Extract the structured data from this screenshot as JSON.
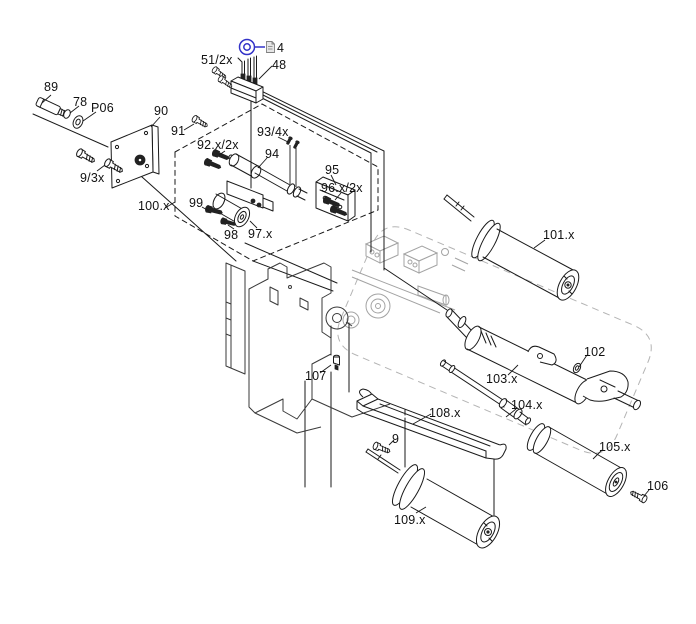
{
  "diagram": {
    "kind": "exploded-parts-diagram",
    "colors": {
      "background": "#ffffff",
      "line": "#1a1a1a",
      "chassis_gray": "#3a3a3a",
      "context_gray": "#a3a3a3",
      "marker_blue": "#3232c8"
    },
    "icons": {
      "callout_marker": "circle-marker-icon",
      "attachment": "document-page-icon"
    }
  },
  "labels": {
    "l89": "89",
    "l78": "78",
    "p06": "P06",
    "l90": "90",
    "l91": "91",
    "l9_3x": "9/3x",
    "l51_2x": "51/2x",
    "l48": "48",
    "l4": "4",
    "l93_4x": "93/4x",
    "l92": "92.x/2x",
    "l94": "94",
    "l95": "95",
    "l96": "96.x/2x",
    "l100": "100.x",
    "l99": "99",
    "l98": "98",
    "l97": "97.x",
    "l101": "101.x",
    "l102": "102",
    "l103": "103.x",
    "l104": "104.x",
    "l105": "105.x",
    "l106": "106",
    "l107": "107",
    "l108": "108.x",
    "l9": "9",
    "l109": "109.x"
  }
}
